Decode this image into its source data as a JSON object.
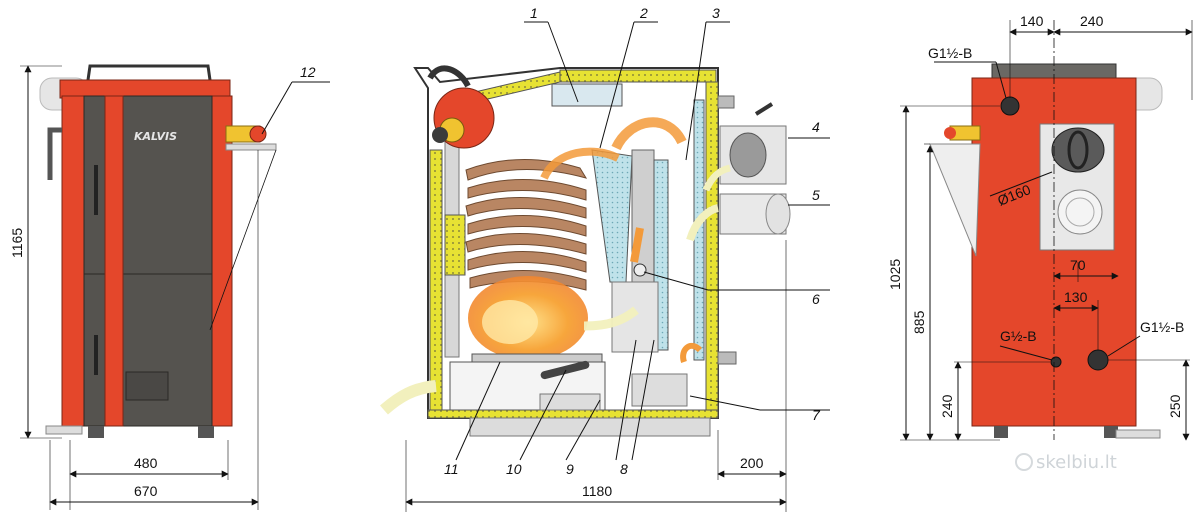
{
  "colors": {
    "body_red": "#e4472b",
    "body_gray": "#55534f",
    "insulation": "#e7e233",
    "fire_orange": "#f39a3a",
    "arrow_cream": "#f2f0bd",
    "wood": "#b98663"
  },
  "front_view": {
    "brand": "KALVIS",
    "height_label": "1165",
    "depth_label": "480",
    "width_label": "670"
  },
  "section_view": {
    "callouts": [
      "1",
      "2",
      "3",
      "4",
      "5",
      "6",
      "7",
      "8",
      "9",
      "10",
      "11",
      "12"
    ],
    "width_label": "1180",
    "rear_label": "200"
  },
  "rear_view": {
    "top_left_label": "140",
    "top_right_label": "240",
    "flue_label": "Ø160",
    "offset_70_label": "70",
    "offset_130_label": "130",
    "thread_top_label": "G1½-B",
    "thread_left_label": "G½-B",
    "thread_right_label": "G1½-B",
    "h1025_label": "1025",
    "h885_label": "885",
    "h240_label": "240",
    "h250_label": "250"
  },
  "watermark": "skelbiu.lt"
}
